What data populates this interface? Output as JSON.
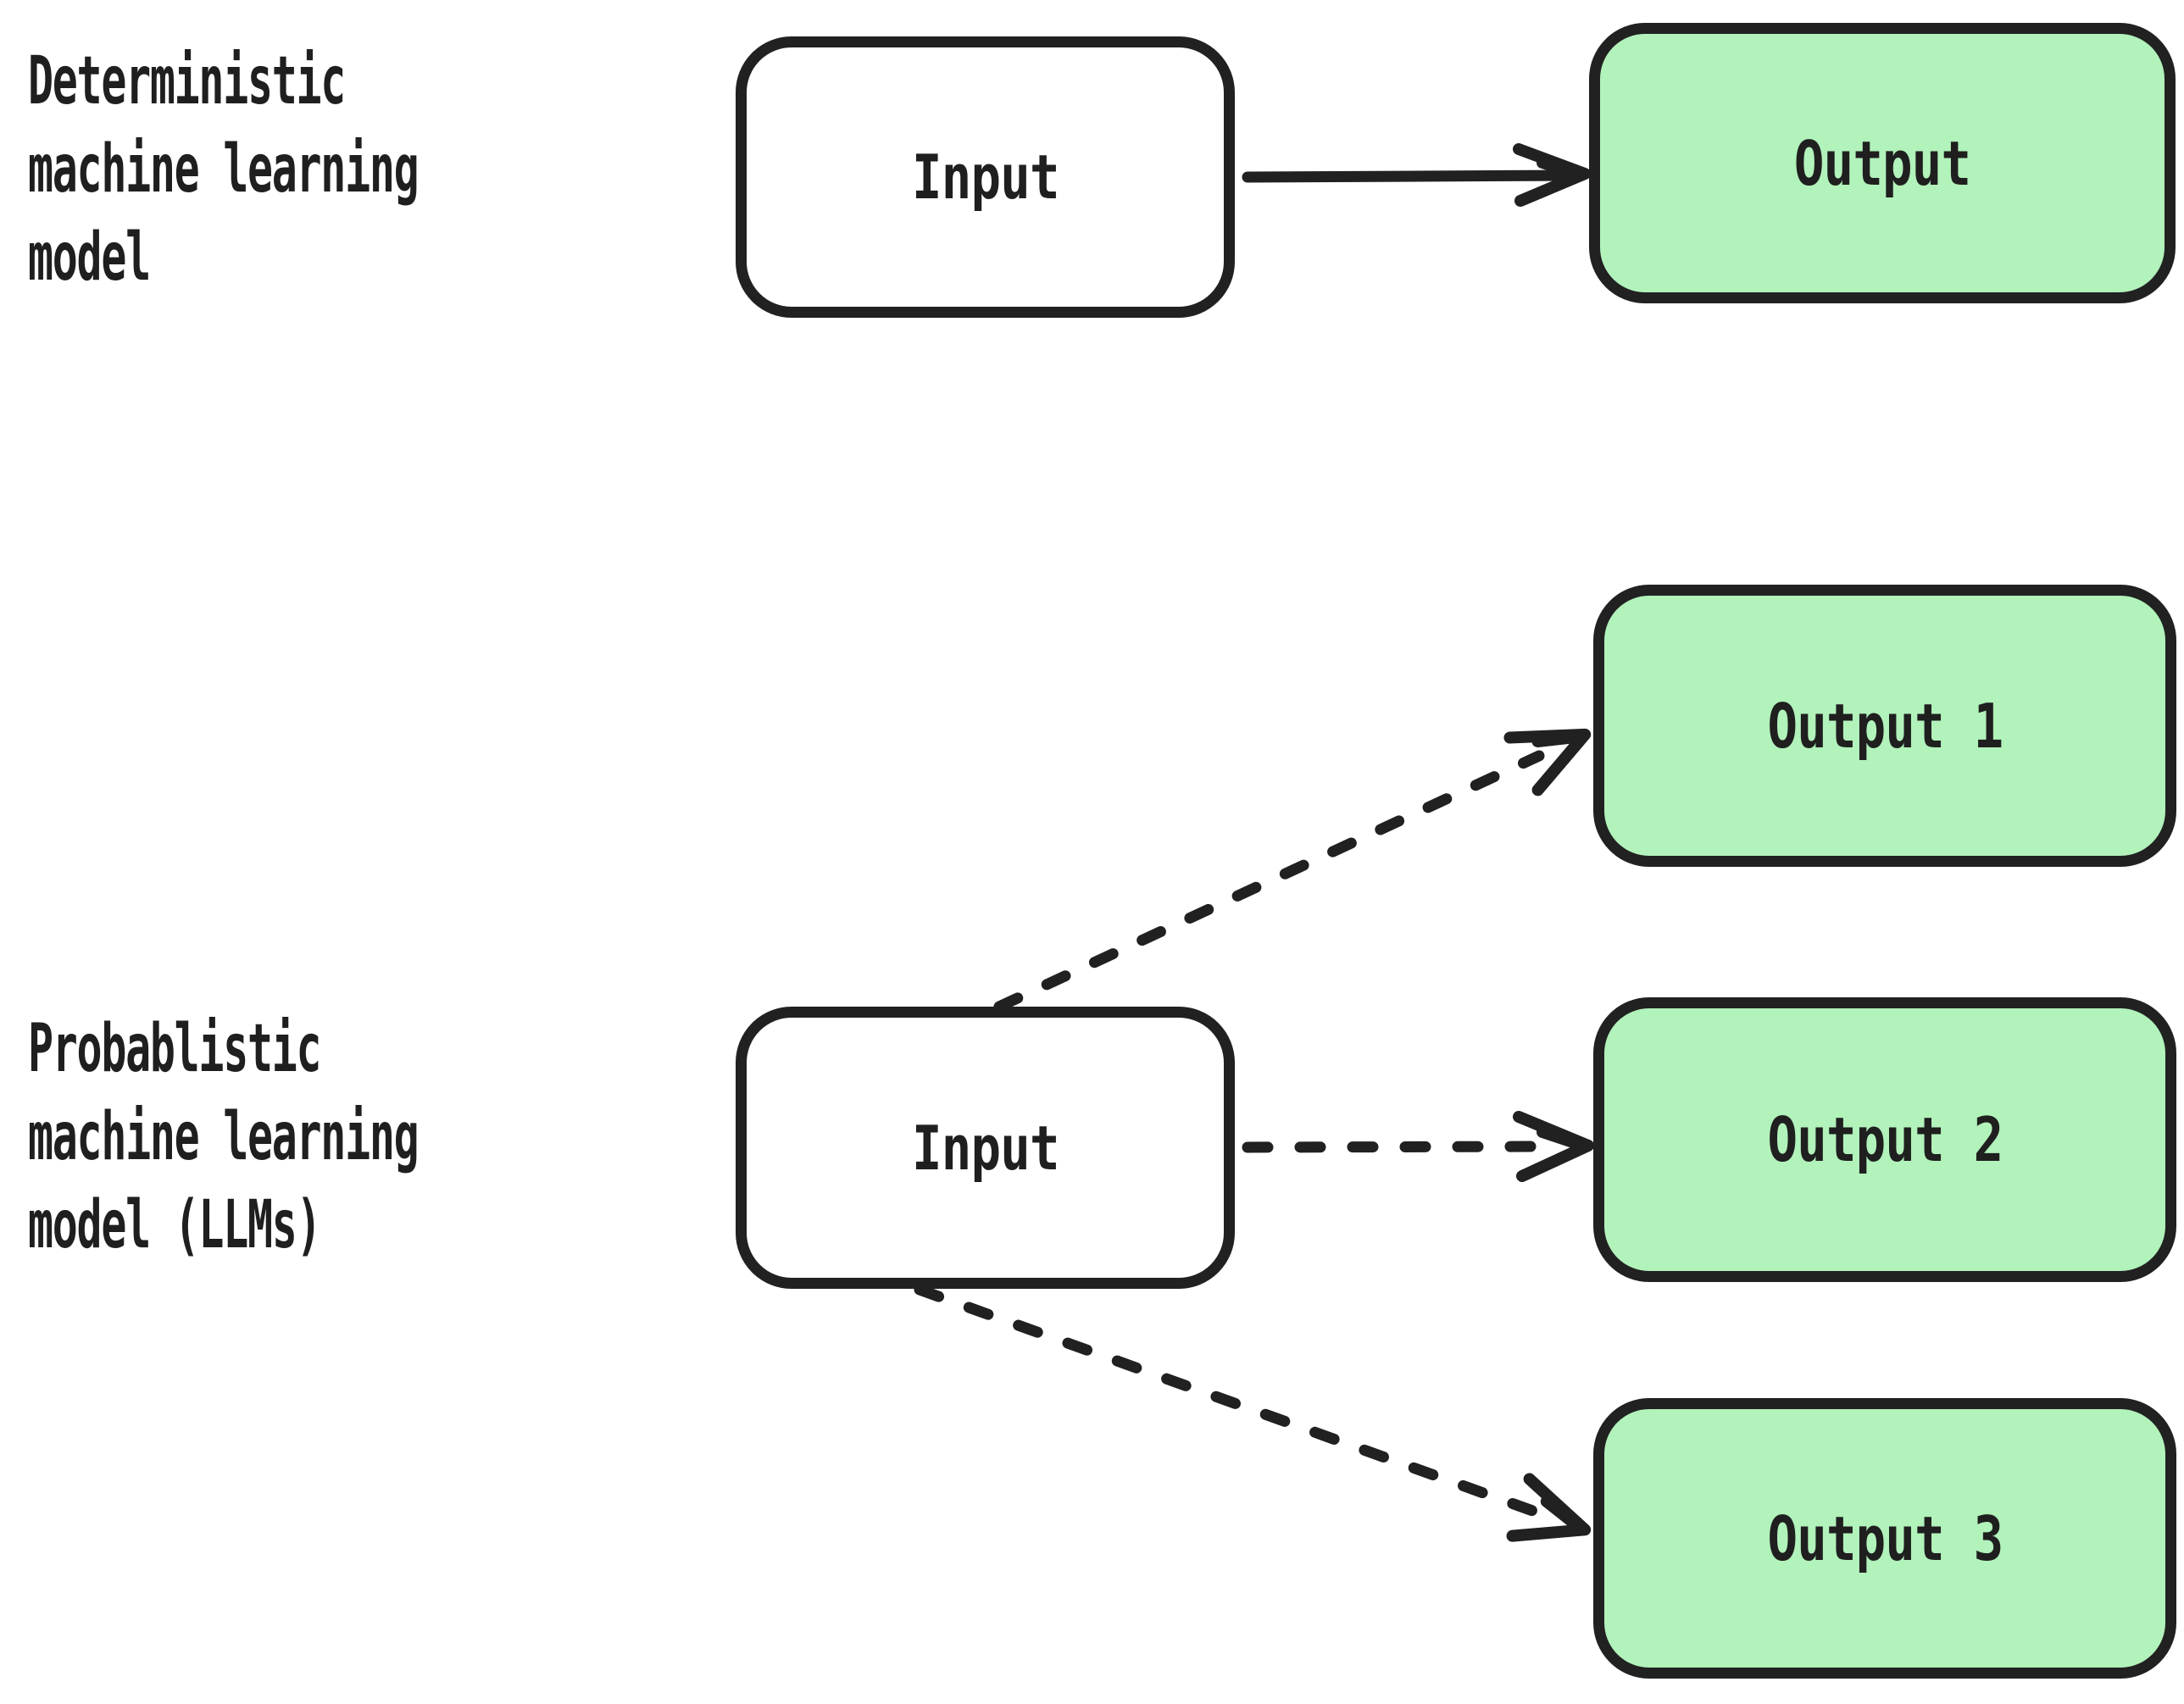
{
  "colors": {
    "background": "#ffffff",
    "stroke": "#212121",
    "node_green": "#b2f2bb",
    "node_white": "#ffffff",
    "text": "#1f1f1f"
  },
  "sections": [
    {
      "name": "deterministic",
      "label_lines": [
        "Deterministic",
        "machine learning",
        "model"
      ],
      "input": {
        "label": "Input"
      },
      "outputs": [
        {
          "label": "Output"
        }
      ],
      "arrow_style": "solid"
    },
    {
      "name": "probabilistic",
      "label_lines": [
        "Probablistic",
        "machine learning",
        "model (LLMs)"
      ],
      "input": {
        "label": "Input"
      },
      "outputs": [
        {
          "label": "Output 1"
        },
        {
          "label": "Output 2"
        },
        {
          "label": "Output 3"
        }
      ],
      "arrow_style": "dashed"
    }
  ]
}
